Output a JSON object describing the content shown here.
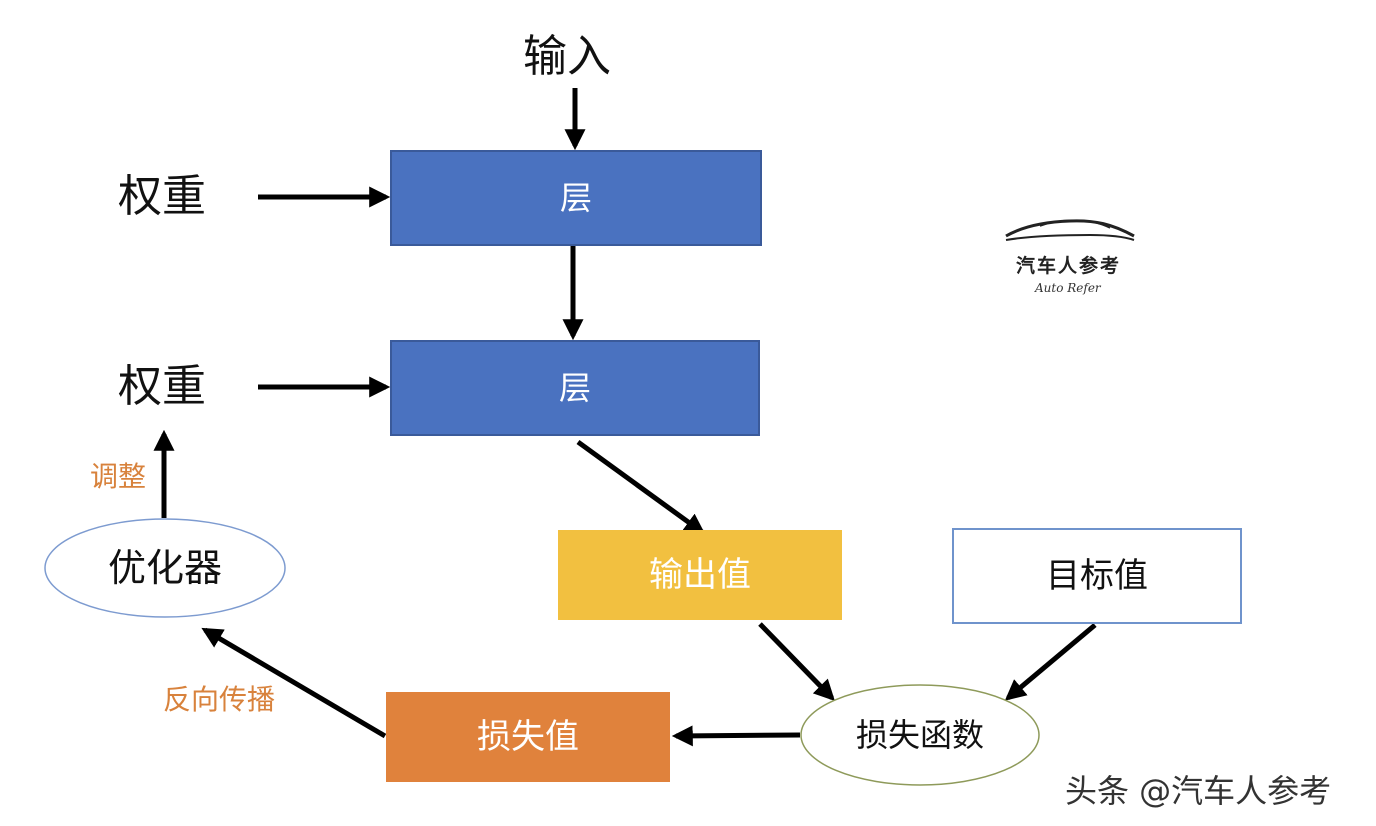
{
  "diagram": {
    "input_label": "输入",
    "weight_label_1": "权重",
    "weight_label_2": "权重",
    "layer_1": "层",
    "layer_2": "层",
    "adjust_label": "调整",
    "optimizer": "优化器",
    "output_value": "输出值",
    "target_value": "目标值",
    "loss_function": "损失函数",
    "loss_value": "损失值",
    "backprop_label": "反向传播"
  },
  "logo": {
    "cn": "汽车人参考",
    "en": "Auto Refer"
  },
  "watermark": "头条 @汽车人参考",
  "colors": {
    "layer_fill": "#4a72c0",
    "layer_border": "#3a5a9a",
    "output_fill": "#f2c040",
    "loss_value_fill": "#e0823c",
    "target_border": "#6f93cc",
    "optimizer_border": "#7d9bd0",
    "loss_fn_border": "#8e9a5a",
    "orange_text": "#d8823c",
    "arrow": "#000000"
  }
}
